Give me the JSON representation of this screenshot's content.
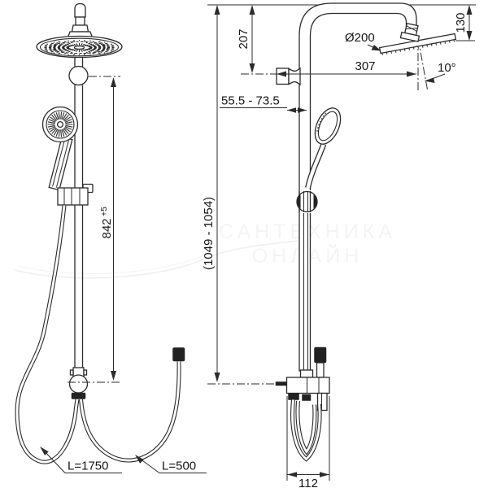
{
  "drawing": {
    "type": "technical-line-drawing",
    "subject": "shower-column-two-views",
    "colors": {
      "line": "#2b2b2b",
      "text": "#161616",
      "solid_fill": "#222222",
      "background": "#ffffff"
    },
    "dimensions": {
      "head_diameter": "Ø200",
      "arm_reach": "307",
      "head_angle": "10°",
      "head_drop": "130",
      "top_offset": "207",
      "wall_distance": "55.5 - 73.5",
      "total_height": "(1049 - 1054)",
      "rail_height": "842",
      "rail_height_tolerance": "+5",
      "hose_long": "L=1750",
      "hose_short": "L=500",
      "base_width": "112"
    },
    "watermark": {
      "line1": "САНТЕХНИКА",
      "line2": "ОНЛАЙН"
    }
  }
}
